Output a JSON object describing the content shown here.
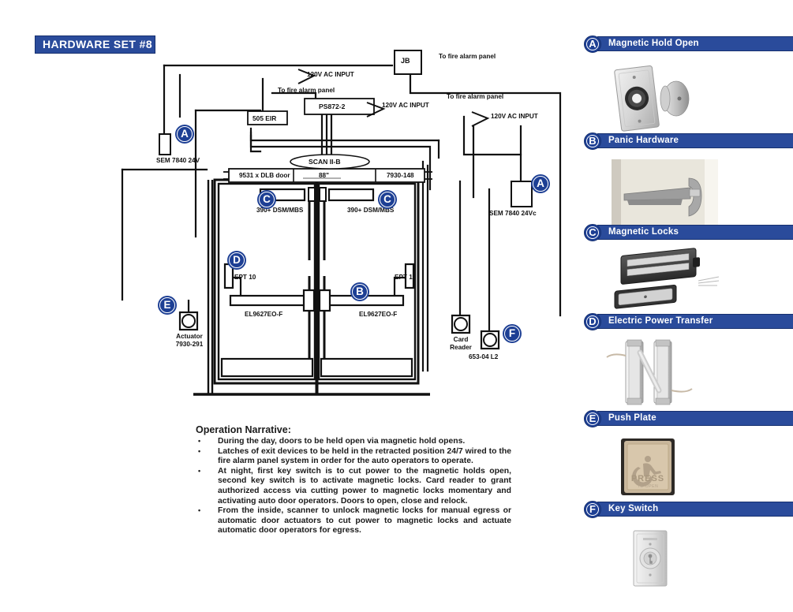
{
  "title": "HARDWARE SET #8",
  "colors": {
    "brand_blue": "#2a4b9b",
    "badge_blue": "#1d3f94",
    "line_black": "#111111"
  },
  "diagram": {
    "wire_labels": [
      {
        "id": "jb",
        "text": "JB"
      },
      {
        "id": "fire-alarm-top",
        "text": "To fire alarm panel"
      },
      {
        "id": "ac-input-1",
        "text": "120V AC INPUT"
      },
      {
        "id": "fire-alarm-mid-left",
        "text": "To fire alarm panel"
      },
      {
        "id": "fire-alarm-mid-right",
        "text": "To fire alarm panel"
      },
      {
        "id": "ps872",
        "text": "PS872-2"
      },
      {
        "id": "ac-input-2",
        "text": "120V AC INPUT"
      },
      {
        "id": "ac-input-3",
        "text": "120V AC INPUT"
      },
      {
        "id": "eir",
        "text": "505 EIR"
      },
      {
        "id": "scan",
        "text": "SCAN II-B"
      }
    ],
    "components": [
      {
        "id": "sem-left",
        "badge": "A",
        "label": "SEM 7840 24V"
      },
      {
        "id": "sem-right",
        "badge": "A",
        "label": "SEM 7840 24Vc"
      },
      {
        "id": "mag-lock-left",
        "badge": "C",
        "label": "390+ DSM/MBS"
      },
      {
        "id": "mag-lock-right",
        "badge": "C",
        "label": "390+ DSM/MBS"
      },
      {
        "id": "ept-left",
        "badge": "D",
        "label": "EPT 10"
      },
      {
        "id": "ept-right",
        "badge": null,
        "label": "EPT 10"
      },
      {
        "id": "exit-device-left",
        "badge": null,
        "label": "EL9627EO-F"
      },
      {
        "id": "exit-device-right",
        "badge": "B",
        "label": "EL9627EO-F"
      },
      {
        "id": "actuator",
        "badge": "E",
        "label": "Actuator\n7930-291"
      },
      {
        "id": "card-reader",
        "badge": null,
        "label": "Card\nReader"
      },
      {
        "id": "key-switch",
        "badge": "F",
        "label": "653-04 L2"
      }
    ],
    "header_bar": {
      "left": "9531 x DLB door",
      "center": "88\"",
      "right": "7930-148"
    },
    "actuator_label_line1": "Actuator",
    "actuator_label_line2": "7930-291",
    "card_reader_line1": "Card",
    "card_reader_line2": "Reader"
  },
  "narrative": {
    "heading": "Operation Narrative:",
    "bullets": [
      "During the day, doors to be held open via magnetic hold opens.",
      "Latches of exit devices to be held in the retracted position 24/7 wired to the fire alarm panel system in order for the auto operators to operate.",
      "At night, first key switch is to cut power to the magnetic holds open, second key switch is to activate magnetic locks. Card reader to grant authorized access via cutting power to magnetic locks momentary and activating auto door operators. Doors to open, close and relock.",
      "From the inside, scanner to unlock magnetic locks for manual egress or automatic door actuators to cut power to magnetic locks and actuate automatic door operators for egress."
    ]
  },
  "catalog": {
    "items": [
      {
        "letter": "A",
        "label": "Magnetic Hold Open",
        "image": "magnetic-hold-open-photo"
      },
      {
        "letter": "B",
        "label": "Panic Hardware",
        "image": "panic-hardware-photo"
      },
      {
        "letter": "C",
        "label": "Magnetic Locks",
        "image": "magnetic-locks-photo"
      },
      {
        "letter": "D",
        "label": "Electric Power Transfer",
        "image": "electric-power-transfer-photo"
      },
      {
        "letter": "E",
        "label": "Push Plate",
        "image": "push-plate-photo"
      },
      {
        "letter": "F",
        "label": "Key Switch",
        "image": "key-switch-photo"
      }
    ]
  }
}
